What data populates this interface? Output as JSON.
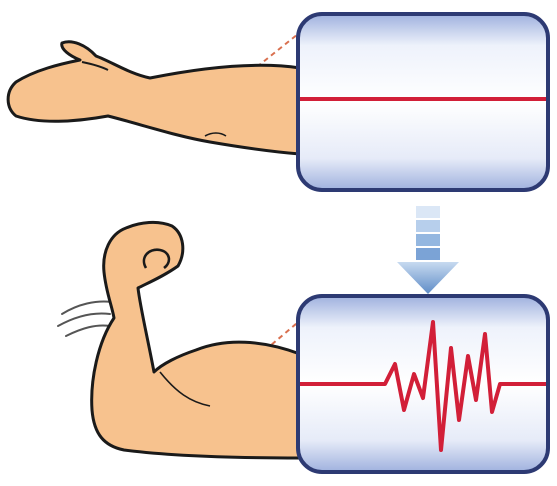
{
  "colors": {
    "background": "#ffffff",
    "skin_fill": "#f7c28e",
    "skin_outline": "#1a1a1a",
    "panel_bg_light": "#ffffff",
    "panel_bg_dark": "#b9c6e6",
    "panel_border": "#2d3a73",
    "signal_line": "#d21f38",
    "guide_line": "#d9704f",
    "arrow_fill": "#7ba3d6",
    "motion_lines": "#555555"
  },
  "panels": [
    {
      "id": "relaxed",
      "signal": "flat"
    },
    {
      "id": "contracted",
      "signal": "spiky"
    }
  ],
  "icons": {
    "relaxed_arm": "relaxed-arm-icon",
    "flexed_arm": "flexed-arm-icon",
    "down_arrow": "down-arrow-icon"
  }
}
